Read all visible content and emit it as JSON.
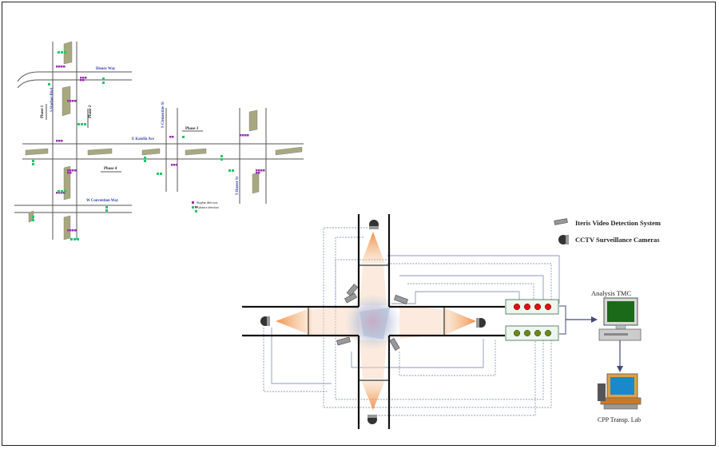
{
  "top_diagram": {
    "streets": {
      "disney_way": "Disney Way",
      "s_harbor_blvd": "S Harbor Blvd",
      "katella": "E Katella Ave",
      "clementine": "S Clementine St",
      "convention_way": "W Convention Way",
      "haster": "S Haster St"
    },
    "phases": {
      "phase1": "Phase 1",
      "phase2": "Phase 2",
      "phase3": "Phase 3",
      "phase4": "Phase 4"
    },
    "legend": {
      "stopbar": "Stopbar detectors",
      "advance": "Advance detectors"
    },
    "colors": {
      "stopbar": "#9b2fae",
      "advance": "#27c46a",
      "median": "#a8a880"
    }
  },
  "bottom_diagram": {
    "legend": {
      "video_detection": "Iteris Video Detection System",
      "cctv": "CCTV Surveillance Cameras"
    },
    "labels": {
      "analysis": "Analysis TMC",
      "lab": "CPP Transp. Lab"
    },
    "colors": {
      "cone": "#f08a40",
      "red_light": "#e01010",
      "green_light": "#6a8a10",
      "monitor_screen": "#1a6a1a",
      "lab_screen": "#1a88cc",
      "wire": "#8899bb"
    }
  }
}
